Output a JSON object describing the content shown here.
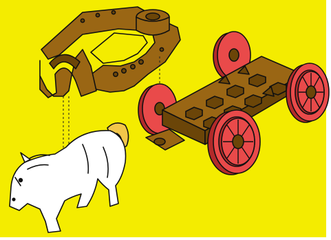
{
  "colors": {
    "background": "#f4ec00",
    "border": "#ffffff",
    "brown": "#9a6614",
    "brown_dark": "#6b4508",
    "wheel_red": "#e94a4a",
    "wheel_red_dark": "#b32a2a",
    "horse_white": "#ffffff",
    "mane_yellow": "#f2c64a",
    "outline": "#111111"
  },
  "parts": [
    {
      "id": "harness-shafts",
      "icon": "harness-shafts-icon",
      "color": "brown"
    },
    {
      "id": "cart-chassis",
      "icon": "cart-chassis-icon",
      "color": "brown"
    },
    {
      "id": "wheels",
      "icon": "wheel-icon",
      "color": "wheel_red",
      "count": 4
    },
    {
      "id": "horse",
      "icon": "horse-icon",
      "color": "horse_white"
    }
  ]
}
